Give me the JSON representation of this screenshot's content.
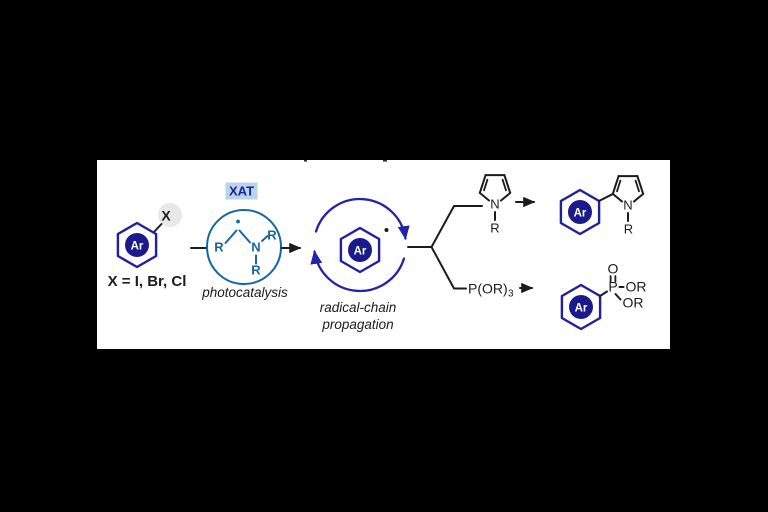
{
  "colors": {
    "canvas_bg": "#000000",
    "panel_bg": "#ffffff",
    "navy": "#20209b",
    "navy_fill": "#1a1a8c",
    "catalyst_blue": "#1766a6",
    "xat_box_bg": "#b9d5e9",
    "bond_black": "#1c1c1c",
    "halide_ball_gray": "#e8e8e8"
  },
  "scheme": {
    "substrate": {
      "aryl": "Ar",
      "halide": "X",
      "legend": "X = I, Br, Cl"
    },
    "catalyst": {
      "tag": "XAT",
      "caption": "photocatalysis",
      "r_left": "R",
      "r_right": "R",
      "r_bottom": "R",
      "nitrogen": "N"
    },
    "cycle": {
      "aryl": "Ar",
      "caption_line1": "radical-chain",
      "caption_line2": "propagation"
    },
    "reagents": {
      "pyrrole": {
        "nitrogen": "N",
        "substituent": "R"
      },
      "phosphite": {
        "formula": "P(OR)",
        "subscript": "3"
      }
    },
    "products": {
      "aryl_pyrrole": {
        "aryl": "Ar",
        "nitrogen": "N",
        "substituent": "R"
      },
      "aryl_phosphonate": {
        "aryl": "Ar",
        "phosphorus": "P",
        "oxygen": "O",
        "or_right": "OR",
        "or_bottom": "OR"
      }
    }
  }
}
